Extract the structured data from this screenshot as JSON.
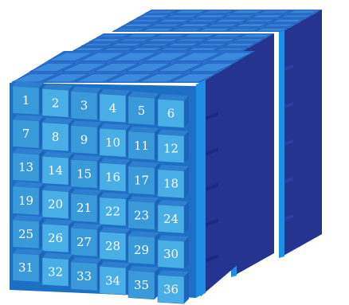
{
  "figure": {
    "front_grid": {
      "rows": 6,
      "cols": 6,
      "numbers": [
        "1",
        "2",
        "3",
        "4",
        "5",
        "6",
        "7",
        "8",
        "9",
        "10",
        "11",
        "12",
        "13",
        "14",
        "15",
        "16",
        "17",
        "18",
        "19",
        "20",
        "21",
        "22",
        "23",
        "24",
        "25",
        "26",
        "27",
        "28",
        "29",
        "30",
        "31",
        "32",
        "33",
        "34",
        "35",
        "36"
      ]
    },
    "layers_visible": 3,
    "colors": {
      "cell_face": "#3a9ad9",
      "cell_face_light": "#4aaee6",
      "cell_top": "#2f7fd0",
      "frame_top": "#2a6fd0",
      "side_dark": "#24348f",
      "side_mid": "#2b3fa6",
      "edge_bright": "#1f8fe6",
      "label_text": "#ffffff"
    }
  }
}
